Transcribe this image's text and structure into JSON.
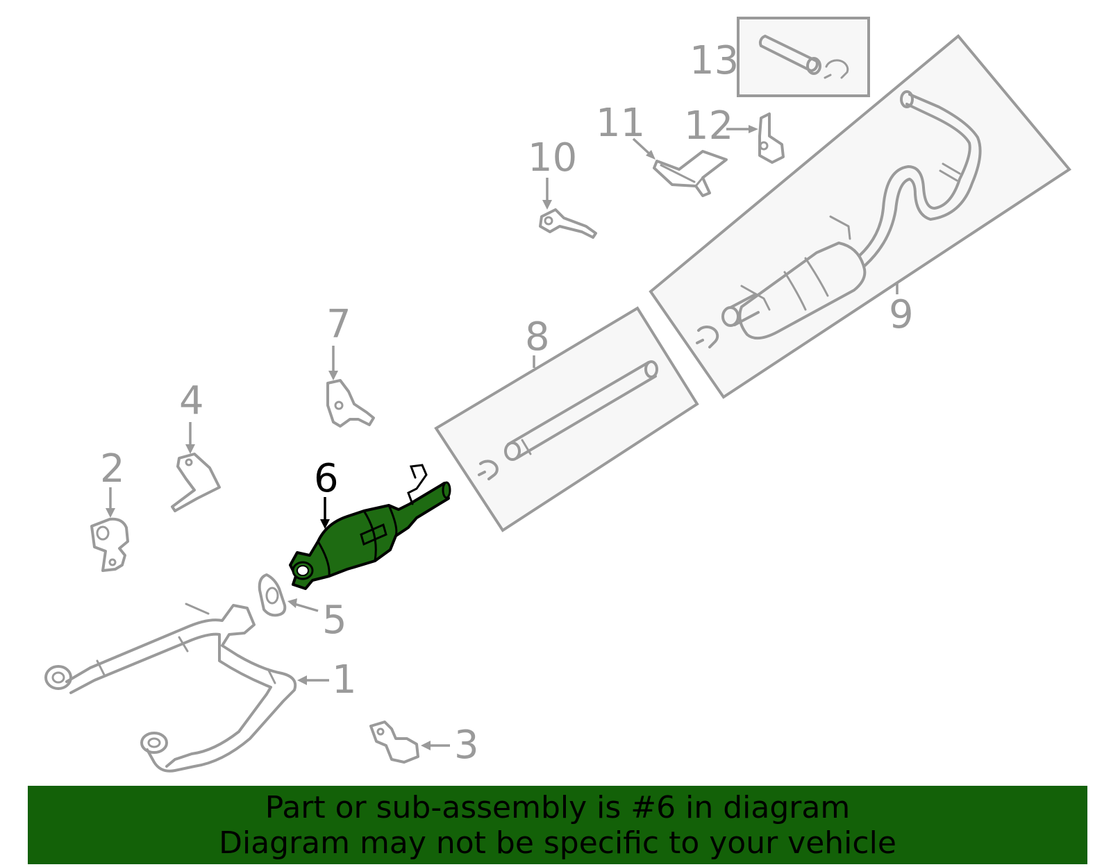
{
  "callouts": {
    "c1": "1",
    "c2": "2",
    "c3": "3",
    "c4": "4",
    "c5": "5",
    "c6": "6",
    "c7": "7",
    "c8": "8",
    "c9": "9",
    "c10": "10",
    "c11": "11",
    "c12": "12",
    "c13": "13"
  },
  "highlighted_part": "6",
  "colors": {
    "highlight_fill": "#1e6b12",
    "banner_background": "#136108",
    "line_gray": "#9a9a9a",
    "box_fill": "#f7f7f7"
  },
  "banner": {
    "line1": "Part or sub-assembly is #6 in diagram",
    "line2": "Diagram may not be specific to your vehicle"
  }
}
